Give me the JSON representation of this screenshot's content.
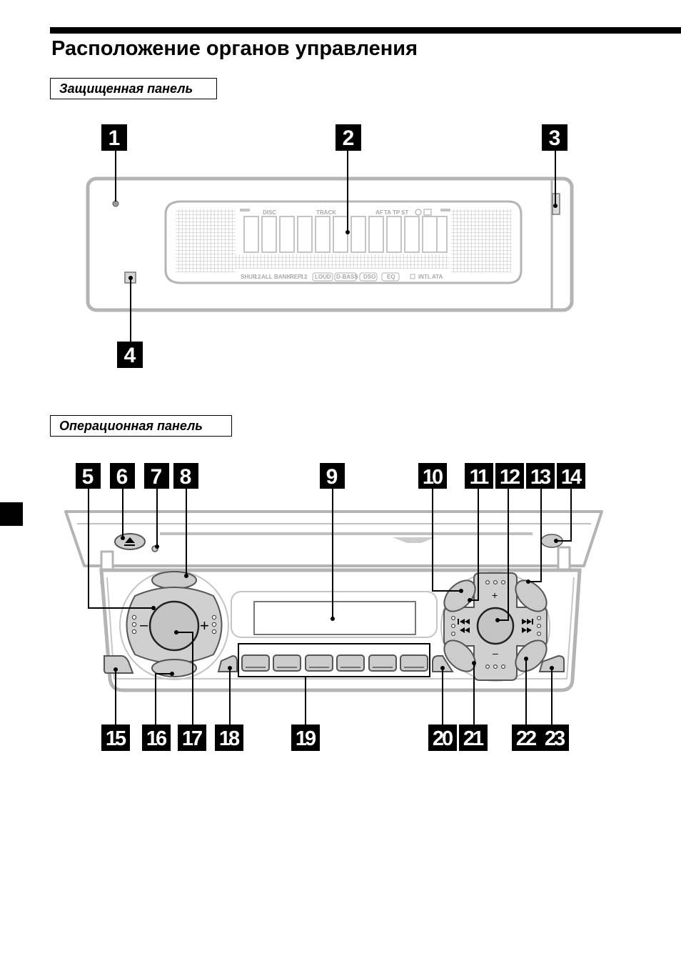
{
  "page": {
    "title": "Расположение органов управления",
    "sections": {
      "front_panel": "Защищенная панель",
      "operation_panel": "Операционная панель"
    }
  },
  "front_panel": {
    "callouts": [
      "1",
      "2",
      "3",
      "4"
    ],
    "display": {
      "top_indicators": [
        "DISC",
        "TRACK",
        "AF",
        "TA",
        "TP",
        "ST"
      ],
      "bottom_indicators": [
        "SHUF",
        "1",
        "2",
        "ALL",
        "BANK",
        "REP",
        "1",
        "2",
        "LOUD",
        "D-BASS",
        "DSO",
        "EQ",
        "INTL",
        "ATA"
      ]
    }
  },
  "operation_panel": {
    "callouts_top": [
      "5",
      "6",
      "7",
      "8",
      "9",
      "10",
      "11",
      "12",
      "13",
      "14"
    ],
    "callouts_bottom": [
      "15",
      "16",
      "17",
      "18",
      "19",
      "20",
      "21",
      "22",
      "23"
    ],
    "volume_dial": {
      "minus": "–",
      "plus": "+"
    },
    "seek_dial": {
      "plus": "+",
      "minus": "–",
      "prev": "⏮",
      "next": "⏭"
    }
  }
}
